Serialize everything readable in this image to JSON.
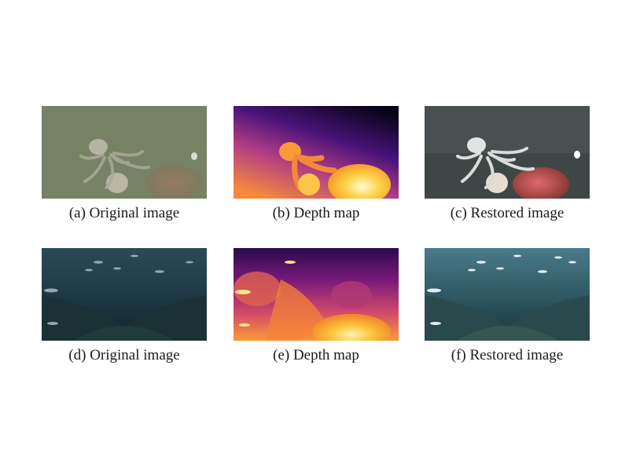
{
  "figure": {
    "panels": [
      {
        "id": "a",
        "caption": "(a) Original image",
        "kind": "underwater-photo-octopus-original"
      },
      {
        "id": "b",
        "caption": "(b) Depth map",
        "kind": "depth-map-octopus"
      },
      {
        "id": "c",
        "caption": "(c) Restored image",
        "kind": "underwater-photo-octopus-restored"
      },
      {
        "id": "d",
        "caption": "(d) Original image",
        "kind": "underwater-photo-fish-original"
      },
      {
        "id": "e",
        "caption": "(e) Depth map",
        "kind": "depth-map-fish"
      },
      {
        "id": "f",
        "caption": "(f) Restored image",
        "kind": "underwater-photo-fish-restored"
      }
    ]
  }
}
